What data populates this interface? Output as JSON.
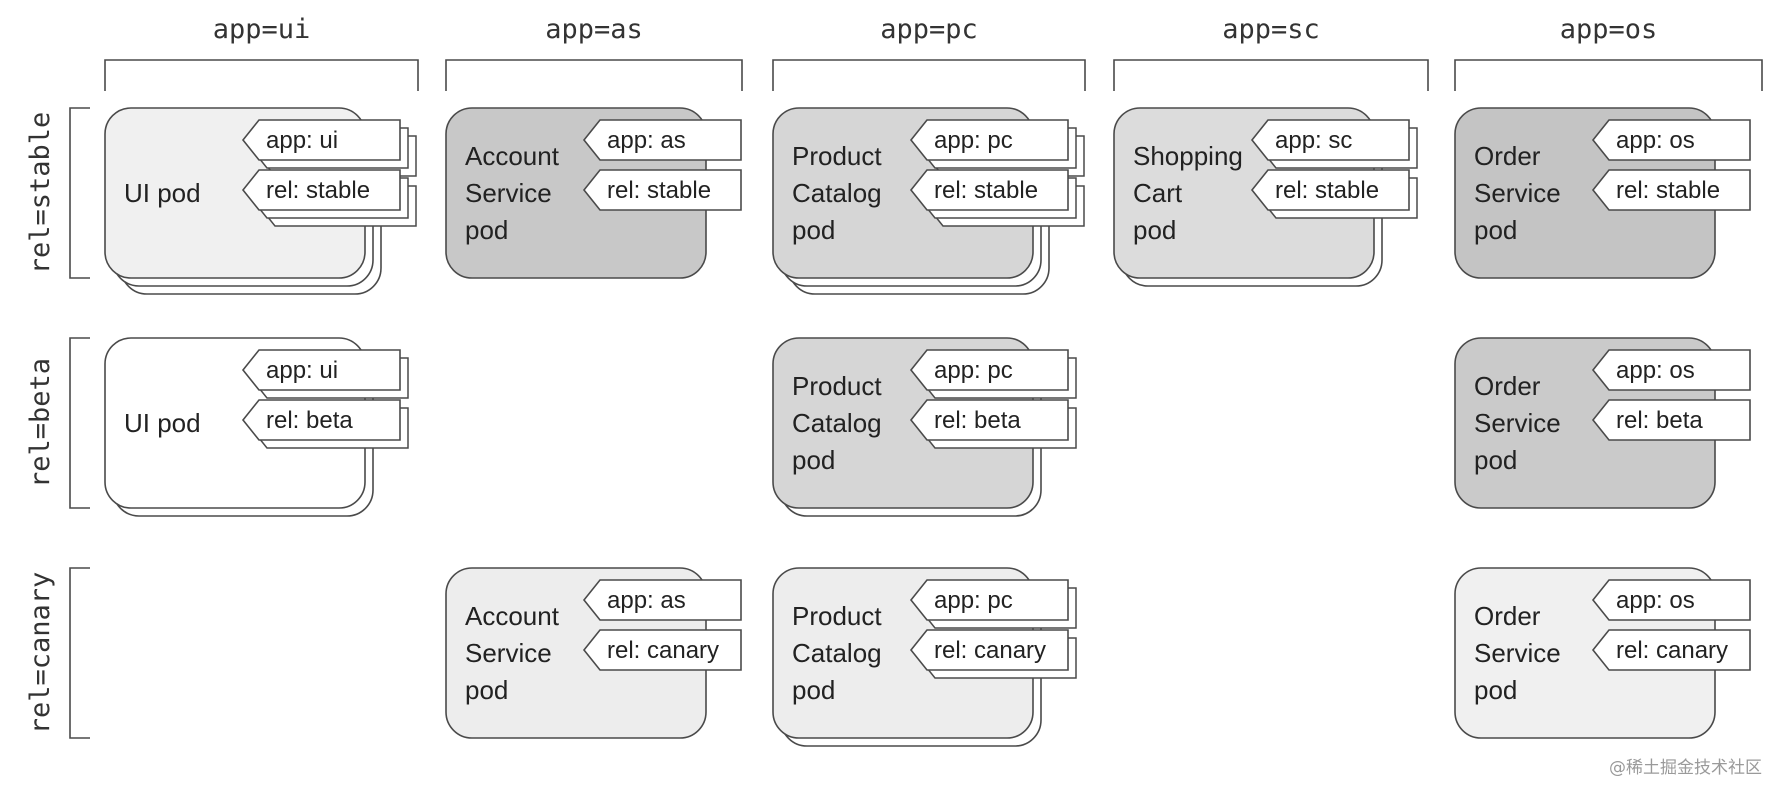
{
  "columns": [
    {
      "label": "app=ui"
    },
    {
      "label": "app=as"
    },
    {
      "label": "app=pc"
    },
    {
      "label": "app=sc"
    },
    {
      "label": "app=os"
    }
  ],
  "rows": [
    {
      "label": "rel=stable"
    },
    {
      "label": "rel=beta"
    },
    {
      "label": "rel=canary"
    }
  ],
  "pods": [
    {
      "col": 0,
      "row": 0,
      "name": [
        "UI pod"
      ],
      "app_tag": "app: ui",
      "rel_tag": "rel: stable",
      "fill": "#f0f0f0",
      "stack": 3
    },
    {
      "col": 1,
      "row": 0,
      "name": [
        "Account",
        "Service",
        "pod"
      ],
      "app_tag": "app: as",
      "rel_tag": "rel: stable",
      "fill": "#c8c8c8",
      "stack": 1
    },
    {
      "col": 2,
      "row": 0,
      "name": [
        "Product",
        "Catalog",
        "pod"
      ],
      "app_tag": "app: pc",
      "rel_tag": "rel: stable",
      "fill": "#d6d6d6",
      "stack": 3
    },
    {
      "col": 3,
      "row": 0,
      "name": [
        "Shopping",
        "Cart",
        "pod"
      ],
      "app_tag": "app: sc",
      "rel_tag": "rel: stable",
      "fill": "#dcdcdc",
      "stack": 2
    },
    {
      "col": 4,
      "row": 0,
      "name": [
        "Order",
        "Service",
        "pod"
      ],
      "app_tag": "app: os",
      "rel_tag": "rel: stable",
      "fill": "#c4c4c4",
      "stack": 1
    },
    {
      "col": 0,
      "row": 1,
      "name": [
        "UI pod"
      ],
      "app_tag": "app: ui",
      "rel_tag": "rel: beta",
      "fill": "#ffffff",
      "stack": 2
    },
    {
      "col": 2,
      "row": 1,
      "name": [
        "Product",
        "Catalog",
        "pod"
      ],
      "app_tag": "app: pc",
      "rel_tag": "rel: beta",
      "fill": "#d6d6d6",
      "stack": 2
    },
    {
      "col": 4,
      "row": 1,
      "name": [
        "Order",
        "Service",
        "pod"
      ],
      "app_tag": "app: os",
      "rel_tag": "rel: beta",
      "fill": "#cacaca",
      "stack": 1
    },
    {
      "col": 1,
      "row": 2,
      "name": [
        "Account",
        "Service",
        "pod"
      ],
      "app_tag": "app: as",
      "rel_tag": "rel: canary",
      "fill": "#ededed",
      "stack": 1
    },
    {
      "col": 2,
      "row": 2,
      "name": [
        "Product",
        "Catalog",
        "pod"
      ],
      "app_tag": "app: pc",
      "rel_tag": "rel: canary",
      "fill": "#ededed",
      "stack": 2
    },
    {
      "col": 4,
      "row": 2,
      "name": [
        "Order",
        "Service",
        "pod"
      ],
      "app_tag": "app: os",
      "rel_tag": "rel: canary",
      "fill": "#f0f0f0",
      "stack": 1
    }
  ],
  "watermark": "@稀土掘金技术社区"
}
